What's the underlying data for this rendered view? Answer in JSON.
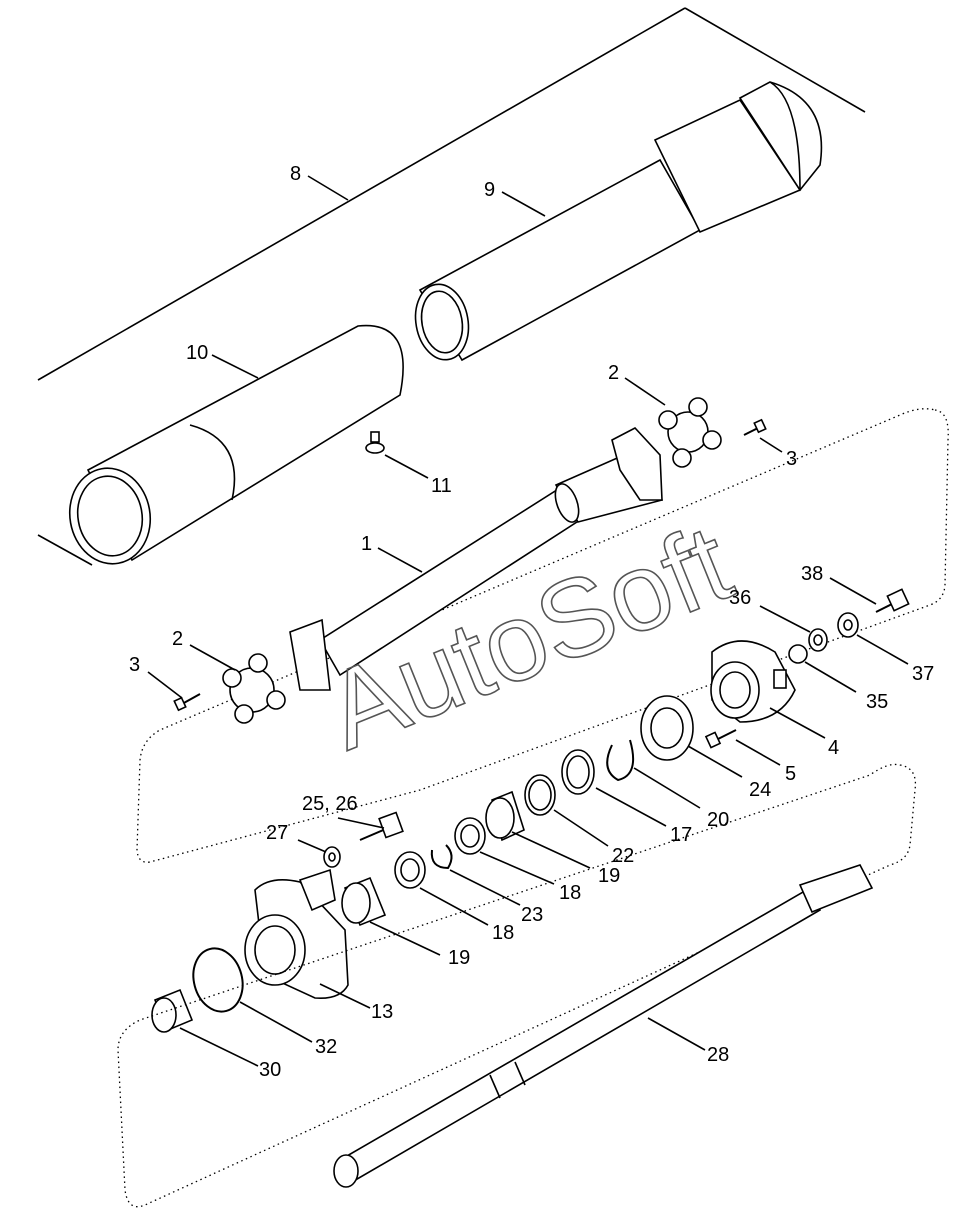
{
  "watermark": "AutoSoft",
  "callouts": [
    {
      "id": "c8",
      "text": "8"
    },
    {
      "id": "c9",
      "text": "9"
    },
    {
      "id": "c10",
      "text": "10"
    },
    {
      "id": "c11",
      "text": "11"
    },
    {
      "id": "c2a",
      "text": "2"
    },
    {
      "id": "c3a",
      "text": "3"
    },
    {
      "id": "c1",
      "text": "1"
    },
    {
      "id": "c2b",
      "text": "2"
    },
    {
      "id": "c3b",
      "text": "3"
    },
    {
      "id": "c38",
      "text": "38"
    },
    {
      "id": "c36",
      "text": "36"
    },
    {
      "id": "c37",
      "text": "37"
    },
    {
      "id": "c35",
      "text": "35"
    },
    {
      "id": "c4",
      "text": "4"
    },
    {
      "id": "c5",
      "text": "5"
    },
    {
      "id": "c24",
      "text": "24"
    },
    {
      "id": "c20",
      "text": "20"
    },
    {
      "id": "c17",
      "text": "17"
    },
    {
      "id": "c22",
      "text": "22"
    },
    {
      "id": "c19a",
      "text": "19"
    },
    {
      "id": "c18a",
      "text": "18"
    },
    {
      "id": "c2526",
      "text": "25, 26"
    },
    {
      "id": "c27",
      "text": "27"
    },
    {
      "id": "c23",
      "text": "23"
    },
    {
      "id": "c18b",
      "text": "18"
    },
    {
      "id": "c19b",
      "text": "19"
    },
    {
      "id": "c13",
      "text": "13"
    },
    {
      "id": "c32",
      "text": "32"
    },
    {
      "id": "c30",
      "text": "30"
    },
    {
      "id": "c28",
      "text": "28"
    }
  ]
}
